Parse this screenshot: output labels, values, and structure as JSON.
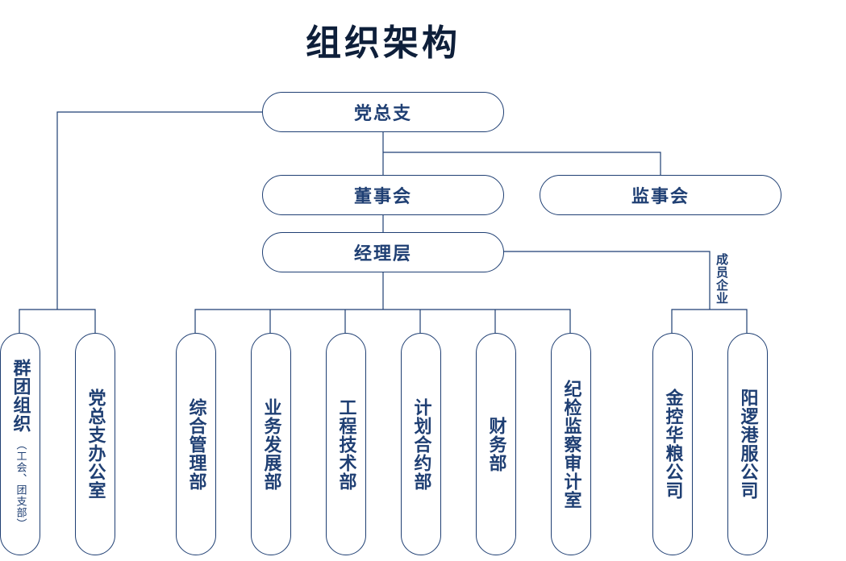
{
  "title": "组织架构",
  "top": {
    "party": "党总支",
    "board": "董事会",
    "supervisors": "监事会",
    "management": "经理层"
  },
  "member_label": "成员企业",
  "left_group": [
    {
      "label": "群团组织",
      "sub": "（工会、团支部）"
    },
    {
      "label": "党总支办公室",
      "sub": ""
    }
  ],
  "departments": [
    "综合管理部",
    "业务发展部",
    "工程技术部",
    "计划合约部",
    "财务部",
    "纪检监察审计室"
  ],
  "companies": [
    "金控华粮公司",
    "阳逻港服公司"
  ]
}
